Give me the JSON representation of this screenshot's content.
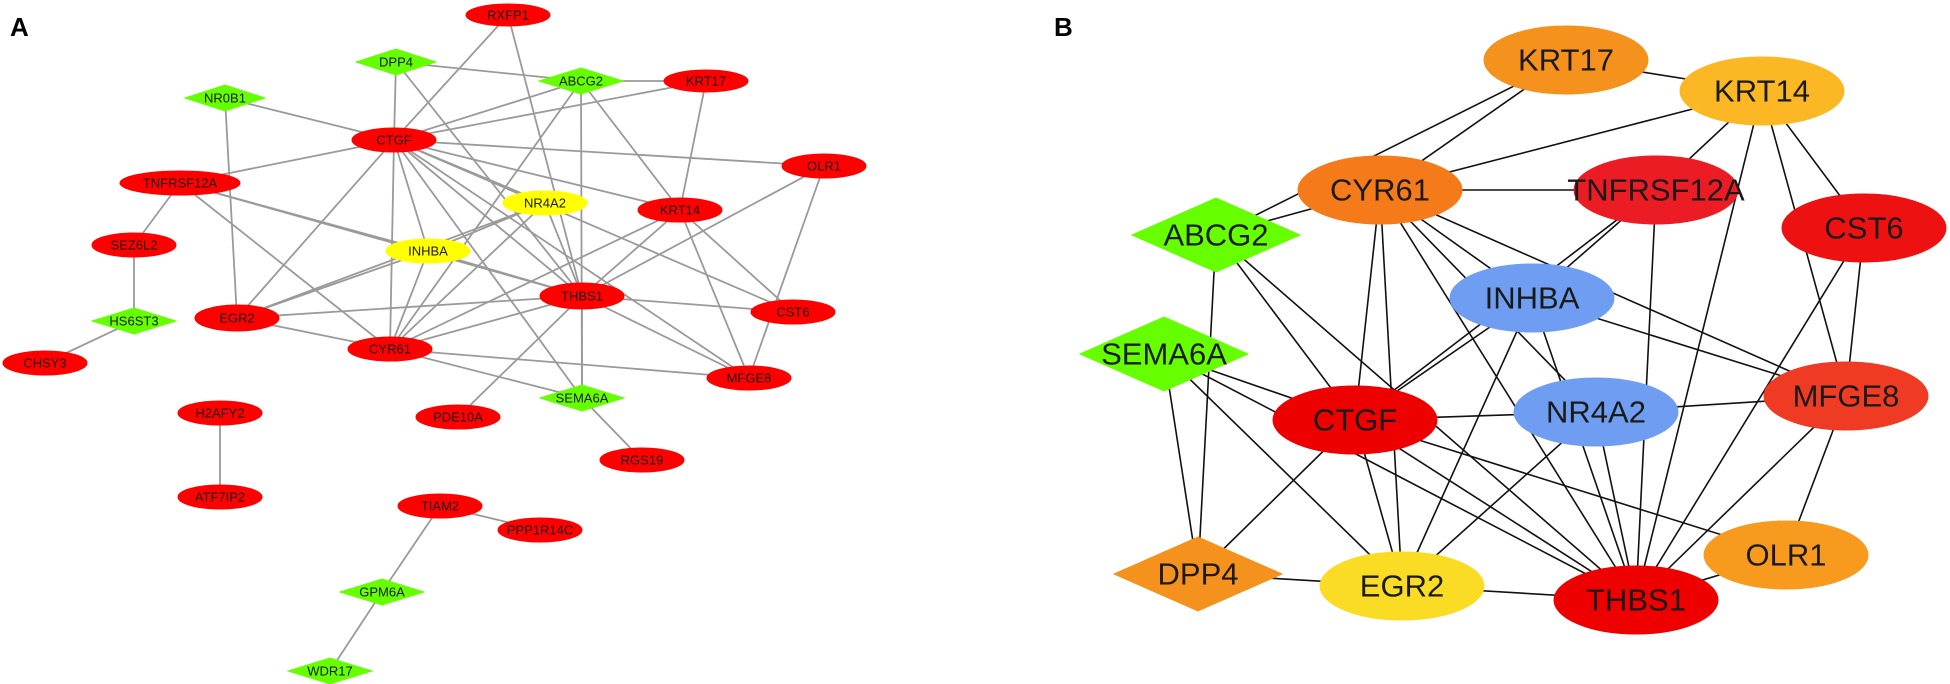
{
  "panels": {
    "a": {
      "label": "A",
      "nodes": [
        {
          "id": "RXFP1",
          "label": "RXFP1",
          "color": "#ff0000",
          "shape": "ellipse"
        },
        {
          "id": "DPP4",
          "label": "DPP4",
          "color": "#66ff00",
          "shape": "diamond"
        },
        {
          "id": "ABCG2",
          "label": "ABCG2",
          "color": "#66ff00",
          "shape": "diamond"
        },
        {
          "id": "KRT17",
          "label": "KRT17",
          "color": "#ff0000",
          "shape": "ellipse"
        },
        {
          "id": "NR0B1",
          "label": "NR0B1",
          "color": "#66ff00",
          "shape": "diamond"
        },
        {
          "id": "CTGF",
          "label": "CTGF",
          "color": "#ff0000",
          "shape": "ellipse"
        },
        {
          "id": "OLR1",
          "label": "OLR1",
          "color": "#ff0000",
          "shape": "ellipse"
        },
        {
          "id": "TNFRSF12A",
          "label": "TNFRSF12A",
          "color": "#ff0000",
          "shape": "ellipse"
        },
        {
          "id": "NR4A2",
          "label": "NR4A2",
          "color": "#ffff00",
          "shape": "ellipse"
        },
        {
          "id": "KRT14",
          "label": "KRT14",
          "color": "#ff0000",
          "shape": "ellipse"
        },
        {
          "id": "SEZ6L2",
          "label": "SEZ6L2",
          "color": "#ff0000",
          "shape": "ellipse"
        },
        {
          "id": "INHBA",
          "label": "INHBA",
          "color": "#ffff00",
          "shape": "ellipse"
        },
        {
          "id": "THBS1",
          "label": "THBS1",
          "color": "#ff0000",
          "shape": "ellipse"
        },
        {
          "id": "HS6ST3",
          "label": "HS6ST3",
          "color": "#66ff00",
          "shape": "diamond"
        },
        {
          "id": "EGR2",
          "label": "EGR2",
          "color": "#ff0000",
          "shape": "ellipse"
        },
        {
          "id": "CST6",
          "label": "CST6",
          "color": "#ff0000",
          "shape": "ellipse"
        },
        {
          "id": "CYR61",
          "label": "CYR61",
          "color": "#ff0000",
          "shape": "ellipse"
        },
        {
          "id": "CHSY3",
          "label": "CHSY3",
          "color": "#ff0000",
          "shape": "ellipse"
        },
        {
          "id": "MFGE8",
          "label": "MFGE8",
          "color": "#ff0000",
          "shape": "ellipse"
        },
        {
          "id": "SEMA6A",
          "label": "SEMA6A",
          "color": "#66ff00",
          "shape": "diamond"
        },
        {
          "id": "H2AFY2",
          "label": "H2AFY2",
          "color": "#ff0000",
          "shape": "ellipse"
        },
        {
          "id": "PDE10A",
          "label": "PDE10A",
          "color": "#ff0000",
          "shape": "ellipse"
        },
        {
          "id": "RGS19",
          "label": "RGS19",
          "color": "#ff0000",
          "shape": "ellipse"
        },
        {
          "id": "ATF7IP2",
          "label": "ATF7IP2",
          "color": "#ff0000",
          "shape": "ellipse"
        },
        {
          "id": "TIAM2",
          "label": "TIAM2",
          "color": "#ff0000",
          "shape": "ellipse"
        },
        {
          "id": "PPP1R14C",
          "label": "PPP1R14C",
          "color": "#ff0000",
          "shape": "ellipse"
        },
        {
          "id": "GPM6A",
          "label": "GPM6A",
          "color": "#66ff00",
          "shape": "diamond"
        },
        {
          "id": "WDR17",
          "label": "WDR17",
          "color": "#66ff00",
          "shape": "diamond"
        }
      ],
      "edges": [
        [
          "RXFP1",
          "CTGF"
        ],
        [
          "RXFP1",
          "THBS1"
        ],
        [
          "DPP4",
          "CTGF"
        ],
        [
          "DPP4",
          "ABCG2"
        ],
        [
          "DPP4",
          "THBS1"
        ],
        [
          "ABCG2",
          "KRT17"
        ],
        [
          "ABCG2",
          "CTGF"
        ],
        [
          "ABCG2",
          "CYR61"
        ],
        [
          "ABCG2",
          "SEMA6A"
        ],
        [
          "ABCG2",
          "KRT14"
        ],
        [
          "KRT17",
          "CTGF"
        ],
        [
          "KRT17",
          "KRT14"
        ],
        [
          "NR0B1",
          "CTGF"
        ],
        [
          "NR0B1",
          "EGR2"
        ],
        [
          "CTGF",
          "OLR1"
        ],
        [
          "CTGF",
          "NR4A2"
        ],
        [
          "CTGF",
          "TNFRSF12A"
        ],
        [
          "CTGF",
          "INHBA"
        ],
        [
          "CTGF",
          "THBS1"
        ],
        [
          "CTGF",
          "CYR61"
        ],
        [
          "CTGF",
          "EGR2"
        ],
        [
          "CTGF",
          "KRT14"
        ],
        [
          "CTGF",
          "SEMA6A"
        ],
        [
          "CTGF",
          "MFGE8"
        ],
        [
          "CTGF",
          "CST6"
        ],
        [
          "TNFRSF12A",
          "THBS1"
        ],
        [
          "TNFRSF12A",
          "CYR61"
        ],
        [
          "TNFRSF12A",
          "INHBA"
        ],
        [
          "NR4A2",
          "THBS1"
        ],
        [
          "NR4A2",
          "CYR61"
        ],
        [
          "NR4A2",
          "INHBA"
        ],
        [
          "NR4A2",
          "EGR2"
        ],
        [
          "KRT14",
          "THBS1"
        ],
        [
          "KRT14",
          "CYR61"
        ],
        [
          "KRT14",
          "MFGE8"
        ],
        [
          "KRT14",
          "CST6"
        ],
        [
          "OLR1",
          "THBS1"
        ],
        [
          "OLR1",
          "MFGE8"
        ],
        [
          "SEZ6L2",
          "TNFRSF12A"
        ],
        [
          "INHBA",
          "THBS1"
        ],
        [
          "INHBA",
          "CYR61"
        ],
        [
          "INHBA",
          "EGR2"
        ],
        [
          "THBS1",
          "CST6"
        ],
        [
          "THBS1",
          "MFGE8"
        ],
        [
          "THBS1",
          "CYR61"
        ],
        [
          "THBS1",
          "EGR2"
        ],
        [
          "THBS1",
          "SEMA6A"
        ],
        [
          "THBS1",
          "PDE10A"
        ],
        [
          "HS6ST3",
          "SEZ6L2"
        ],
        [
          "HS6ST3",
          "CHSY3"
        ],
        [
          "EGR2",
          "CYR61"
        ],
        [
          "CYR61",
          "MFGE8"
        ],
        [
          "CYR61",
          "SEMA6A"
        ],
        [
          "SEMA6A",
          "RGS19"
        ],
        [
          "H2AFY2",
          "ATF7IP2"
        ],
        [
          "TIAM2",
          "PPP1R14C"
        ],
        [
          "TIAM2",
          "GPM6A"
        ],
        [
          "GPM6A",
          "WDR17"
        ]
      ]
    },
    "b": {
      "label": "B",
      "nodes": [
        {
          "id": "KRT17",
          "label": "KRT17",
          "color": "#f5921e",
          "shape": "ellipse"
        },
        {
          "id": "KRT14",
          "label": "KRT14",
          "color": "#fbb824",
          "shape": "ellipse"
        },
        {
          "id": "CYR61",
          "label": "CYR61",
          "color": "#f47a1a",
          "shape": "ellipse"
        },
        {
          "id": "TNFRSF12A",
          "label": "TNFRSF12A",
          "color": "#ec1c24",
          "shape": "ellipse"
        },
        {
          "id": "CST6",
          "label": "CST6",
          "color": "#ee1111",
          "shape": "ellipse"
        },
        {
          "id": "ABCG2",
          "label": "ABCG2",
          "color": "#66ff00",
          "shape": "diamond"
        },
        {
          "id": "INHBA",
          "label": "INHBA",
          "color": "#6f9df2",
          "shape": "ellipse"
        },
        {
          "id": "SEMA6A",
          "label": "SEMA6A",
          "color": "#66ff00",
          "shape": "diamond"
        },
        {
          "id": "CTGF",
          "label": "CTGF",
          "color": "#ee0000",
          "shape": "ellipse"
        },
        {
          "id": "NR4A2",
          "label": "NR4A2",
          "color": "#6f9df2",
          "shape": "ellipse"
        },
        {
          "id": "MFGE8",
          "label": "MFGE8",
          "color": "#ef3a24",
          "shape": "ellipse"
        },
        {
          "id": "DPP4",
          "label": "DPP4",
          "color": "#f5921e",
          "shape": "diamond"
        },
        {
          "id": "EGR2",
          "label": "EGR2",
          "color": "#fbdc24",
          "shape": "ellipse"
        },
        {
          "id": "THBS1",
          "label": "THBS1",
          "color": "#ee0000",
          "shape": "ellipse"
        },
        {
          "id": "OLR1",
          "label": "OLR1",
          "color": "#f79a1e",
          "shape": "ellipse"
        }
      ],
      "edges": [
        [
          "KRT17",
          "KRT14"
        ],
        [
          "KRT17",
          "CYR61"
        ],
        [
          "KRT17",
          "ABCG2"
        ],
        [
          "KRT14",
          "CYR61"
        ],
        [
          "KRT14",
          "TNFRSF12A"
        ],
        [
          "KRT14",
          "CST6"
        ],
        [
          "KRT14",
          "THBS1"
        ],
        [
          "KRT14",
          "MFGE8"
        ],
        [
          "CYR61",
          "TNFRSF12A"
        ],
        [
          "CYR61",
          "INHBA"
        ],
        [
          "CYR61",
          "NR4A2"
        ],
        [
          "CYR61",
          "CTGF"
        ],
        [
          "CYR61",
          "EGR2"
        ],
        [
          "CYR61",
          "THBS1"
        ],
        [
          "CYR61",
          "ABCG2"
        ],
        [
          "CYR61",
          "MFGE8"
        ],
        [
          "TNFRSF12A",
          "INHBA"
        ],
        [
          "TNFRSF12A",
          "CTGF"
        ],
        [
          "TNFRSF12A",
          "THBS1"
        ],
        [
          "CST6",
          "MFGE8"
        ],
        [
          "CST6",
          "THBS1"
        ],
        [
          "ABCG2",
          "CTGF"
        ],
        [
          "ABCG2",
          "THBS1"
        ],
        [
          "ABCG2",
          "DPP4"
        ],
        [
          "INHBA",
          "CTGF"
        ],
        [
          "INHBA",
          "MFGE8"
        ],
        [
          "INHBA",
          "EGR2"
        ],
        [
          "INHBA",
          "THBS1"
        ],
        [
          "SEMA6A",
          "CTGF"
        ],
        [
          "SEMA6A",
          "THBS1"
        ],
        [
          "SEMA6A",
          "EGR2"
        ],
        [
          "SEMA6A",
          "DPP4"
        ],
        [
          "CTGF",
          "NR4A2"
        ],
        [
          "CTGF",
          "THBS1"
        ],
        [
          "CTGF",
          "EGR2"
        ],
        [
          "CTGF",
          "DPP4"
        ],
        [
          "CTGF",
          "OLR1"
        ],
        [
          "NR4A2",
          "MFGE8"
        ],
        [
          "NR4A2",
          "THBS1"
        ],
        [
          "NR4A2",
          "EGR2"
        ],
        [
          "MFGE8",
          "THBS1"
        ],
        [
          "MFGE8",
          "OLR1"
        ],
        [
          "DPP4",
          "EGR2"
        ],
        [
          "EGR2",
          "THBS1"
        ],
        [
          "THBS1",
          "OLR1"
        ]
      ]
    }
  }
}
